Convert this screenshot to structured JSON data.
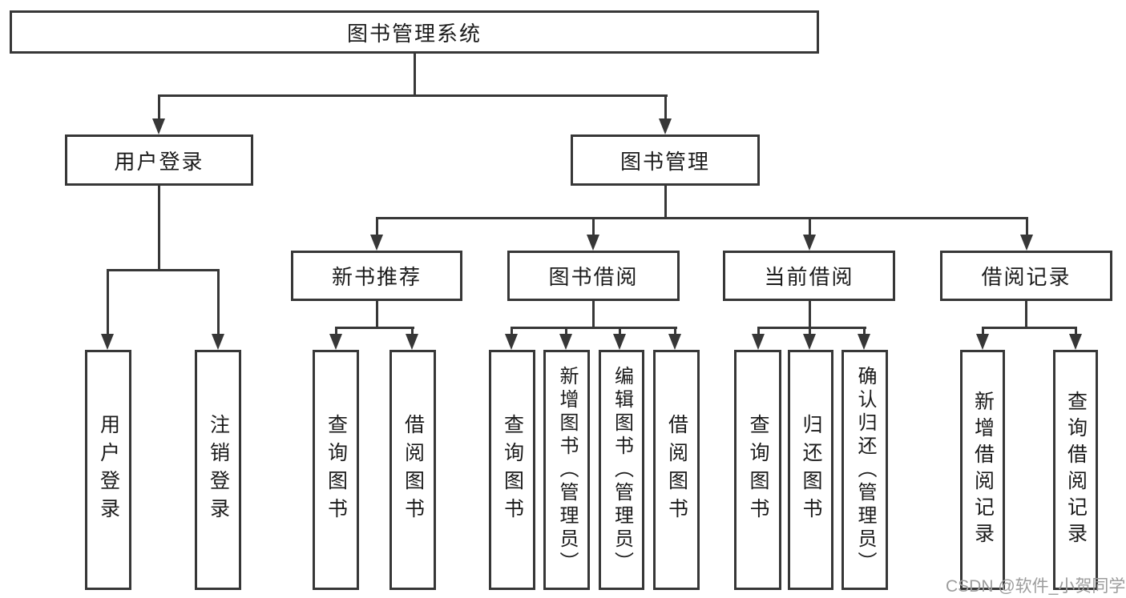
{
  "diagram": {
    "tree": {
      "label": "图书管理系统",
      "children": [
        {
          "label": "用户登录",
          "children": [
            {
              "label": "用户登录"
            },
            {
              "label": "注销登录"
            }
          ]
        },
        {
          "label": "图书管理",
          "children": [
            {
              "label": "新书推荐",
              "children": [
                {
                  "label": "查询图书"
                },
                {
                  "label": "借阅图书"
                }
              ]
            },
            {
              "label": "图书借阅",
              "children": [
                {
                  "label": "查询图书"
                },
                {
                  "label": "新增图书（管理员）"
                },
                {
                  "label": "编辑图书（管理员）"
                },
                {
                  "label": "借阅图书"
                }
              ]
            },
            {
              "label": "当前借阅",
              "children": [
                {
                  "label": "查询图书"
                },
                {
                  "label": "归还图书"
                },
                {
                  "label": "确认归还（管理员）"
                }
              ]
            },
            {
              "label": "借阅记录",
              "children": [
                {
                  "label": "新增借阅记录"
                },
                {
                  "label": "查询借阅记录"
                }
              ]
            }
          ]
        }
      ]
    },
    "colors": {
      "line": "#373737",
      "box_background": "#ffffff",
      "watermark": "#9c9c9c"
    }
  },
  "watermark": {
    "text": "CSDN @软件_小贺同学"
  }
}
